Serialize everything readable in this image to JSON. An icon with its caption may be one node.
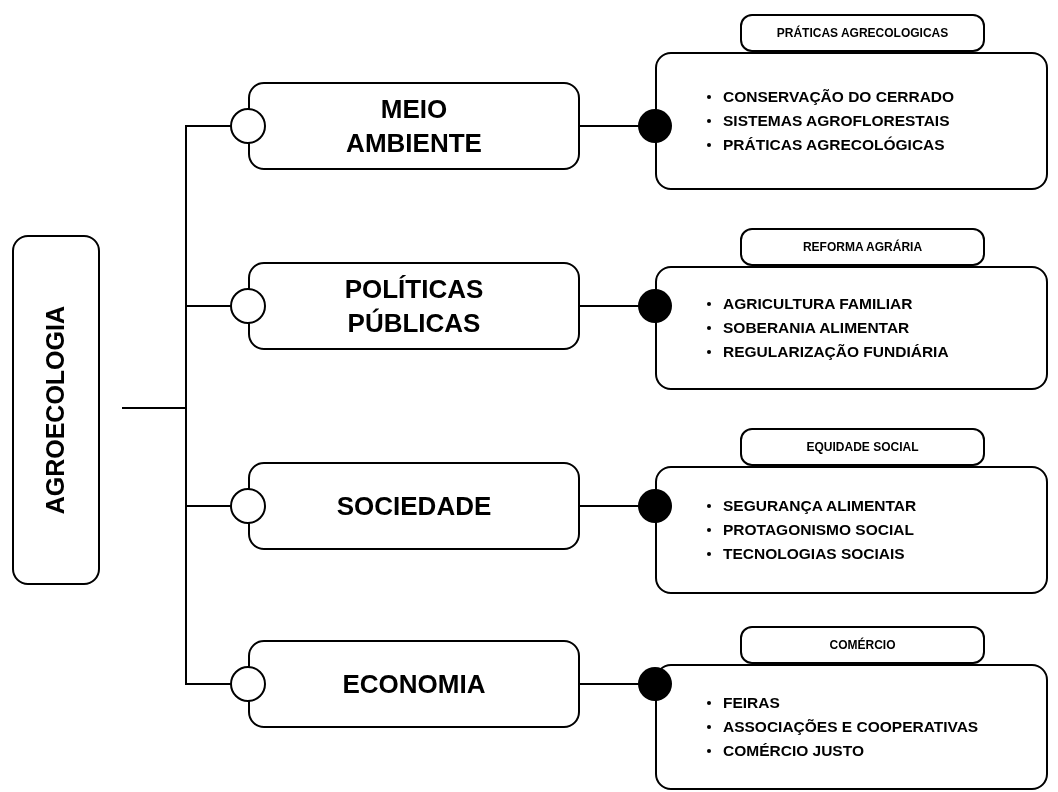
{
  "diagram": {
    "nodes": [
      {
        "text": [
          "AGROECOLOGIA"
        ]
      },
      {
        "text": [
          "MEIO AMBIENTE"
        ]
      },
      {
        "text": [
          "PRÁTICAS AGRECOLOGICAS"
        ]
      },
      {
        "text": [
          "CONSERVAÇÃO DO CERRADO",
          "SISTEMAS AGROFLORESTAIS",
          "PRÁTICAS AGRECOLÓGICAS"
        ]
      },
      {
        "text": [
          "POLÍTICAS PÚBLICAS"
        ]
      },
      {
        "text": [
          "REFORMA AGRÁRIA"
        ]
      },
      {
        "text": [
          "AGRICULTURA FAMILIAR",
          "SOBERANIA ALIMENTAR",
          "REGULARIZAÇÃO FUNDIÁRIA"
        ]
      },
      {
        "text": [
          "SOCIEDADE"
        ]
      },
      {
        "text": [
          "EQUIDADE SOCIAL"
        ]
      },
      {
        "text": [
          "SEGURANÇA ALIMENTAR",
          "PROTAGONISMO SOCIAL",
          "TECNOLOGIAS SOCIAIS"
        ]
      },
      {
        "text": [
          "ECONOMIA"
        ]
      },
      {
        "text": [
          "COMÉRCIO"
        ]
      },
      {
        "text": [
          "FEIRAS",
          "ASSOCIAÇÕES E COOPERATIVAS",
          "COMÉRCIO JUSTO"
        ]
      }
    ],
    "edges": [
      {
        "from": 0,
        "to": 1,
        "arrow": "other"
      },
      {
        "from": 0,
        "to": 4,
        "arrow": "other"
      },
      {
        "from": 0,
        "to": 7,
        "arrow": "other"
      },
      {
        "from": 0,
        "to": 10,
        "arrow": "other"
      },
      {
        "from": 1,
        "to": 3,
        "arrow": "other"
      },
      {
        "from": 4,
        "to": 6,
        "arrow": "other"
      },
      {
        "from": 7,
        "to": 9,
        "arrow": "other"
      },
      {
        "from": 10,
        "to": 12,
        "arrow": "other"
      }
    ]
  }
}
